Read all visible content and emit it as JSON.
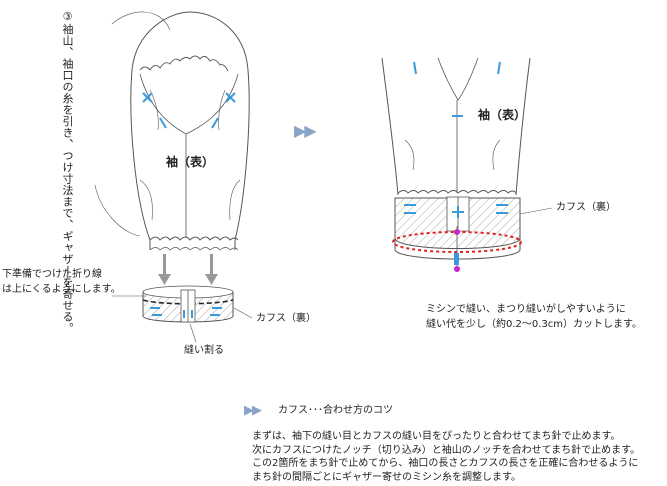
{
  "left_figure": {
    "vertical_note": "③袖山、袖口の糸を引き、つけ寸法まで、ギャザーを寄せる。",
    "sleeve_label": "袖（表）",
    "fold_note": [
      "下準備でつけた折り線",
      "は上にくるようにします。"
    ],
    "cuff_label": "カフス（裏）",
    "seam_label": "縫い割る"
  },
  "step_arrow": "▶▶",
  "right_figure": {
    "sleeve_label": "袖（表）",
    "cuff_label": "カフス（裏）",
    "sewing_note": [
      "ミシンで縫い、まつり縫いがしやすいように",
      "縫い代を少し（約0.2～0.3cm）カットします。"
    ]
  },
  "tips": {
    "marker": "▶▶",
    "heading": "カフス･･･合わせ方のコツ",
    "paragraph": [
      "まずは、袖下の縫い目とカフスの縫い目をぴったりと合わせてまち針で止めます。",
      "次にカフスにつけたノッチ（切り込み）と袖山のノッチを合わせてまち針で止めます。",
      "この2箇所をまち針で止めてから、袖口の長さとカフスの長さを正確に合わせるように",
      "まち針の間隔ごとにギャザー寄せのミシン糸を調整します。"
    ]
  },
  "colors": {
    "line": "#555555",
    "mark_blue": "#3a9ad9",
    "stitch_red": "#e02020",
    "pin_magenta": "#cc22cc",
    "arrow_gray": "#999999",
    "hatch": "#aaaaaa"
  }
}
